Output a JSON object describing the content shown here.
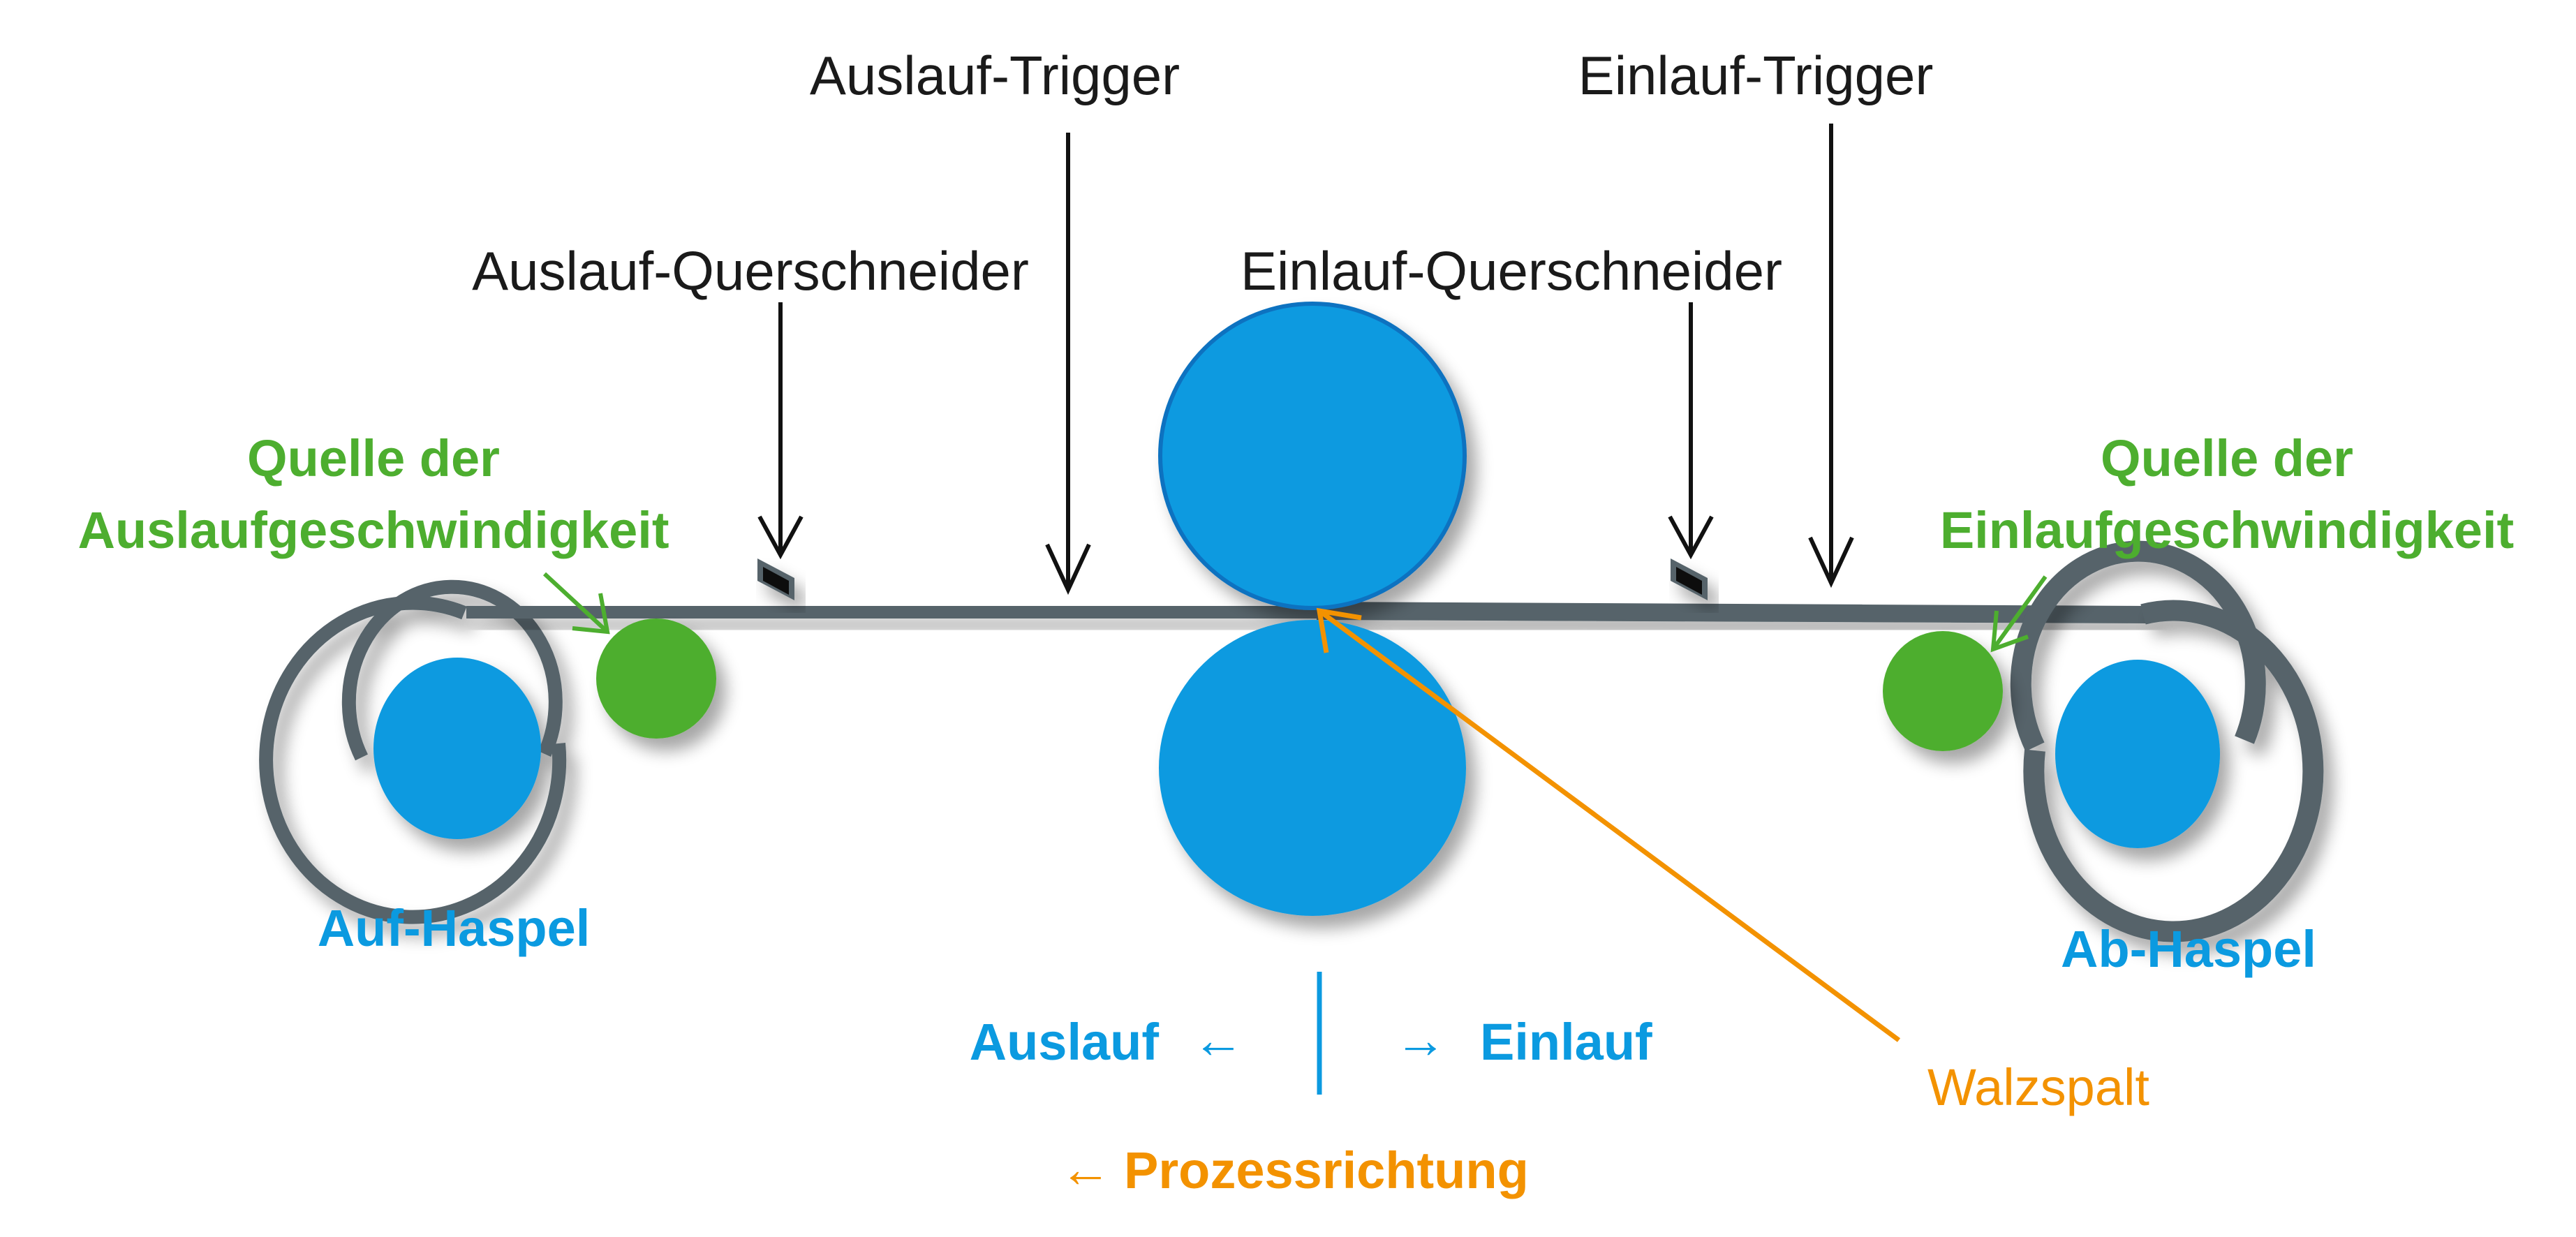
{
  "diagram": {
    "title_labels": {
      "outlet_trigger": "Auslauf-Trigger",
      "inlet_trigger": "Einlauf-Trigger",
      "outlet_cross_cutter": "Auslauf-Querschneider",
      "inlet_cross_cutter": "Einlauf-Querschneider"
    },
    "speed_sources": {
      "outlet": {
        "line1": "Quelle der",
        "line2": "Auslaufgeschwindigkeit"
      },
      "inlet": {
        "line1": "Quelle der",
        "line2": "Einlaufgeschwindigkeit"
      }
    },
    "reels": {
      "rewind": "Auf-Haspel",
      "unwind": "Ab-Haspel"
    },
    "direction": {
      "outlet": "Auslauf",
      "outlet_arrow": "←",
      "inlet_arrow": "→",
      "inlet": "Einlauf",
      "process": "Prozessrichtung",
      "process_arrow": "←"
    },
    "roll_gap": "Walzspalt",
    "colors": {
      "roll_blue": "#0b9ae0",
      "roll_outline": "#0a72c0",
      "speed_green": "#4dae2f",
      "strip_gray": "#56646b",
      "annotation_orange": "#f39200",
      "text_black": "#1a1a1a"
    }
  }
}
